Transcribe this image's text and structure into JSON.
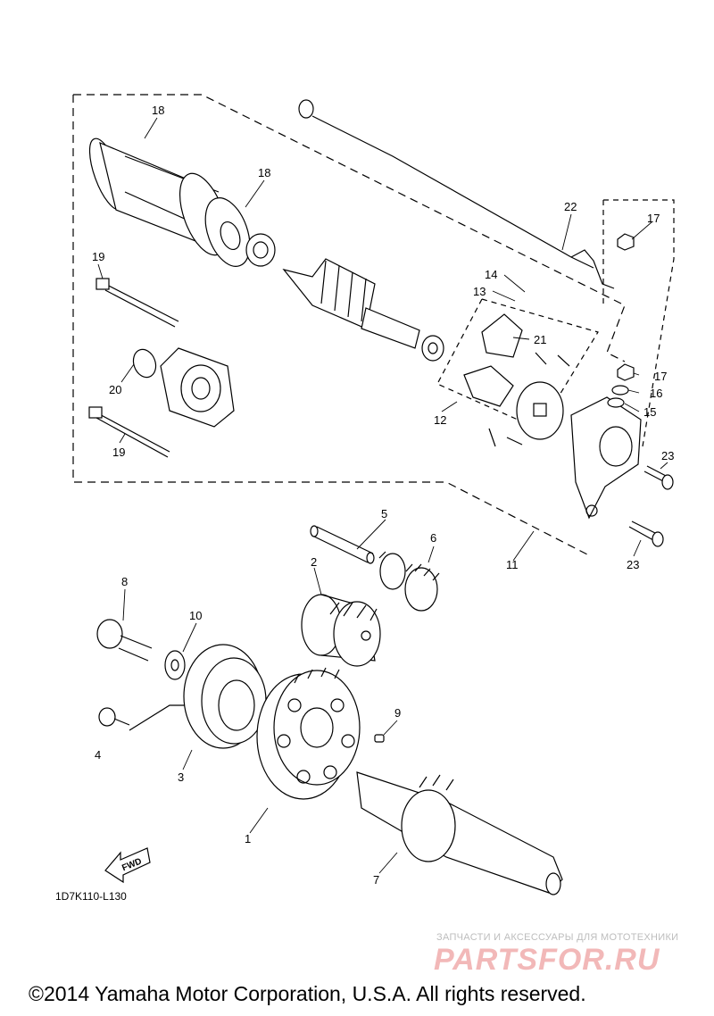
{
  "diagram": {
    "callouts": [
      "1",
      "2",
      "3",
      "4",
      "5",
      "6",
      "7",
      "8",
      "9",
      "10",
      "11",
      "12",
      "13",
      "14",
      "15",
      "16",
      "17",
      "17",
      "18",
      "18",
      "19",
      "19",
      "20",
      "21",
      "22",
      "23",
      "23"
    ],
    "fwd_label": "FWD",
    "reference_code": "1D7K110-L130"
  },
  "watermark": {
    "tagline": "ЗАПЧАСТИ И АКСЕССУАРЫ ДЛЯ МОТОТЕХНИКИ",
    "logo": "PARTSFOR.RU"
  },
  "footer": {
    "copyright": "©2014 Yamaha Motor Corporation, U.S.A. All rights reserved."
  }
}
